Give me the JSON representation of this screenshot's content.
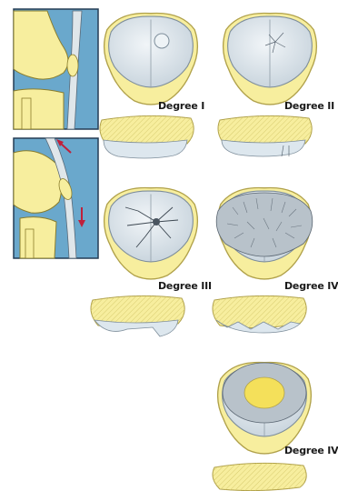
{
  "labels": {
    "degree1": "Degree I",
    "degree2": "Degree II",
    "degree3": "Degree III",
    "degree4a": "Degree IV",
    "degree4b": "Degree IV"
  },
  "colors": {
    "panel_bg": "#6aa8cc",
    "bone": "#f7ee9e",
    "bone_edge": "#c9b94f",
    "cartilage": "#dde7ee",
    "cartilage_edge": "#8a99a6",
    "arrow": "#c0203a",
    "defect": "#f4e05a"
  }
}
